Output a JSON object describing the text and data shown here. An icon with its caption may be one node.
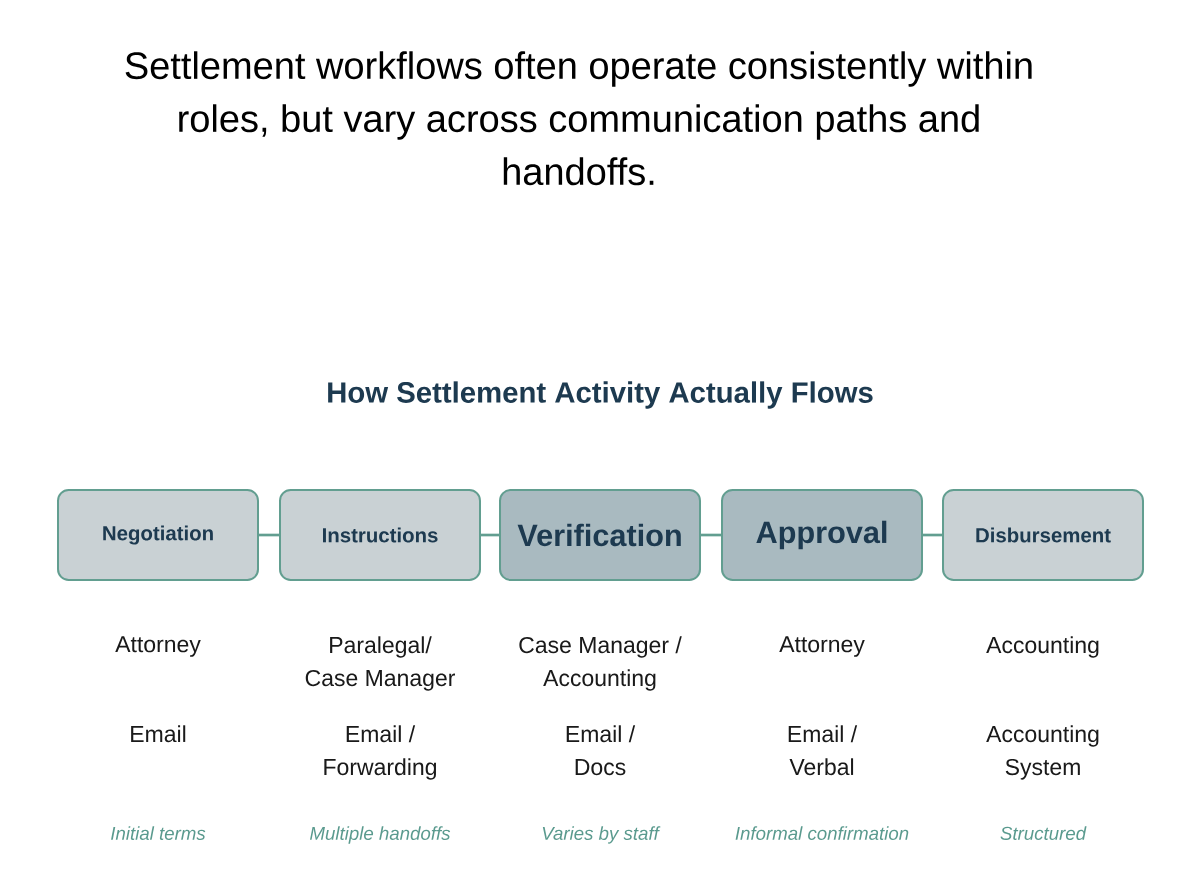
{
  "diagram": {
    "title": "Settlement workflows often operate consistently within roles, but vary across communication paths and handoffs.",
    "nodes": [
      {
        "text": [
          "Negotiation"
        ],
        "beside": [
          "Attorney",
          "Email"
        ]
      },
      {
        "text": [
          "Instructions"
        ],
        "beside": [
          "Paralegal/ Case Manager",
          "Email / Forwarding"
        ]
      },
      {
        "text": [
          "Verification"
        ],
        "beside": [
          "Case Manager / Accounting",
          "Email / Docs"
        ]
      },
      {
        "text": [
          "Approval"
        ],
        "beside": [
          "Attorney",
          "Email / Verbal"
        ]
      },
      {
        "text": [
          "Disbursement"
        ],
        "beside": [
          "Accounting",
          "Accounting System"
        ]
      }
    ],
    "edges": [
      {
        "from": 0,
        "to": 1,
        "arrow": "none"
      },
      {
        "from": 1,
        "to": 2,
        "arrow": "none"
      },
      {
        "from": 2,
        "to": 3,
        "arrow": "none"
      },
      {
        "from": 3,
        "to": 4,
        "arrow": "none"
      }
    ],
    "labels": [
      "How Settlement Activity Actually Flows",
      "Initial terms",
      "Multiple handoffs",
      "Varies by staff",
      "Informal confirmation",
      "Structured"
    ]
  }
}
